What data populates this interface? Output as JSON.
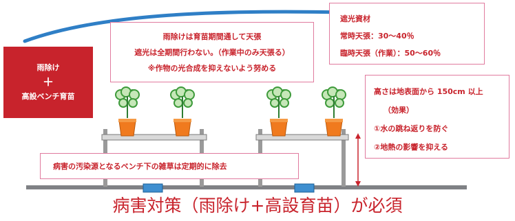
{
  "method": {
    "line1": "雨除け",
    "plus": "＋",
    "line2": "高設ベンチ育苗"
  },
  "policy": {
    "line1": "雨除けは育苗期間通して天張",
    "line2": "遮光は全期間行わない。（作業中のみ天張る）",
    "line3": "※作物の光合成を抑えないよう努める"
  },
  "material": {
    "title": "遮光資材",
    "line1": "常時天張：30～40％",
    "line2": "臨時天張（作業）：50～60％"
  },
  "height": {
    "line1": "高さは地表面から 150cm 以上",
    "line2": "（効果）",
    "line3": "①水の跳ね返りを防ぐ",
    "line4": "②地熱の影響を抑える"
  },
  "weed": {
    "text": "病害の汚染源となるベンチ下の雑草は定期的に除去"
  },
  "footer": {
    "title": "病害対策（雨除け+高設育苗）が必須"
  },
  "colors": {
    "accent_red": "#c8232c",
    "pink_border": "#e07a9e",
    "arch_blue": "#2f7fc6",
    "pot_orange": "#f07a1e",
    "leaf_green": "#3d9a3a",
    "leaf_light": "#c6e7b8",
    "bench_gray": "#8c8c8c",
    "ground_gray": "#7f8185",
    "water_blue": "#3e8fd0"
  }
}
